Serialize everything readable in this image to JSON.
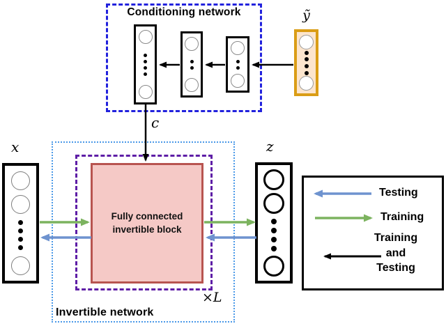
{
  "conditioning_network": {
    "title": "Conditioning network"
  },
  "invertible_network": {
    "title": "Invertible network",
    "block": {
      "line1": "Fully connected",
      "line2": "invertible  block"
    },
    "repeat_label": "×L"
  },
  "math_labels": {
    "x": "x",
    "z": "z",
    "c": "c",
    "y_tilde": "ỹ"
  },
  "legend": {
    "items": [
      {
        "label": "Testing",
        "direction": "left",
        "color": "#6E93CF"
      },
      {
        "label": "Training",
        "direction": "right",
        "color": "#7CB35F"
      },
      {
        "label": [
          "Training",
          "and",
          "Testing"
        ],
        "direction": "left",
        "color": "#000000"
      }
    ]
  },
  "colors": {
    "conditioning_border": "#2222DD",
    "invertible_border": "#4A99E8",
    "repeat_block_border": "#5E1EA6",
    "block_fill": "#F5C9C6",
    "block_border": "#B85450",
    "y_box_border": "#DA9D16",
    "y_box_fill": "#FCE5CD",
    "testing_arrow": "#6E93CF",
    "training_arrow": "#7CB35F",
    "both_arrow": "#000000"
  }
}
